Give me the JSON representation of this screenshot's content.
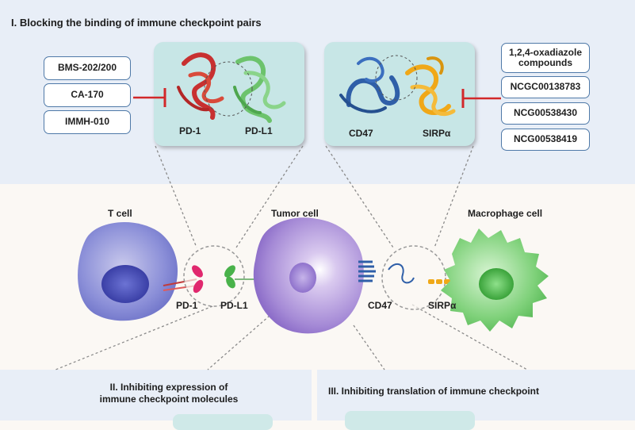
{
  "section1": {
    "title": "I. Blocking the binding of immune checkpoint pairs",
    "left_drugs": [
      "BMS-202/200",
      "CA-170",
      "IMMH-010"
    ],
    "right_drugs": [
      "1,2,4-oxadiazole compounds",
      "NCGC00138783",
      "NCG00538430",
      "NCG00538419"
    ],
    "pair1": {
      "a": "PD-1",
      "b": "PD-L1"
    },
    "pair2": {
      "a": "CD47",
      "b": "SIRPα"
    }
  },
  "cells": {
    "t_cell": "T cell",
    "tumor_cell": "Tumor cell",
    "macrophage": "Macrophage cell",
    "pd1": "PD-1",
    "pdl1": "PD-L1",
    "cd47": "CD47",
    "sirpa": "SIRPα"
  },
  "section2": {
    "title_line1": "II. Inhibiting expression of",
    "title_line2": "immune checkpoint molecules"
  },
  "section3": {
    "title": "III. Inhibiting translation of immune checkpoint"
  },
  "colors": {
    "pd1": "#c23b3b",
    "pdl1": "#6cc36c",
    "cd47": "#2f5fa8",
    "sirpa": "#f0a818",
    "inhibitor": "#d2282a",
    "box_border": "#4f79a8"
  }
}
